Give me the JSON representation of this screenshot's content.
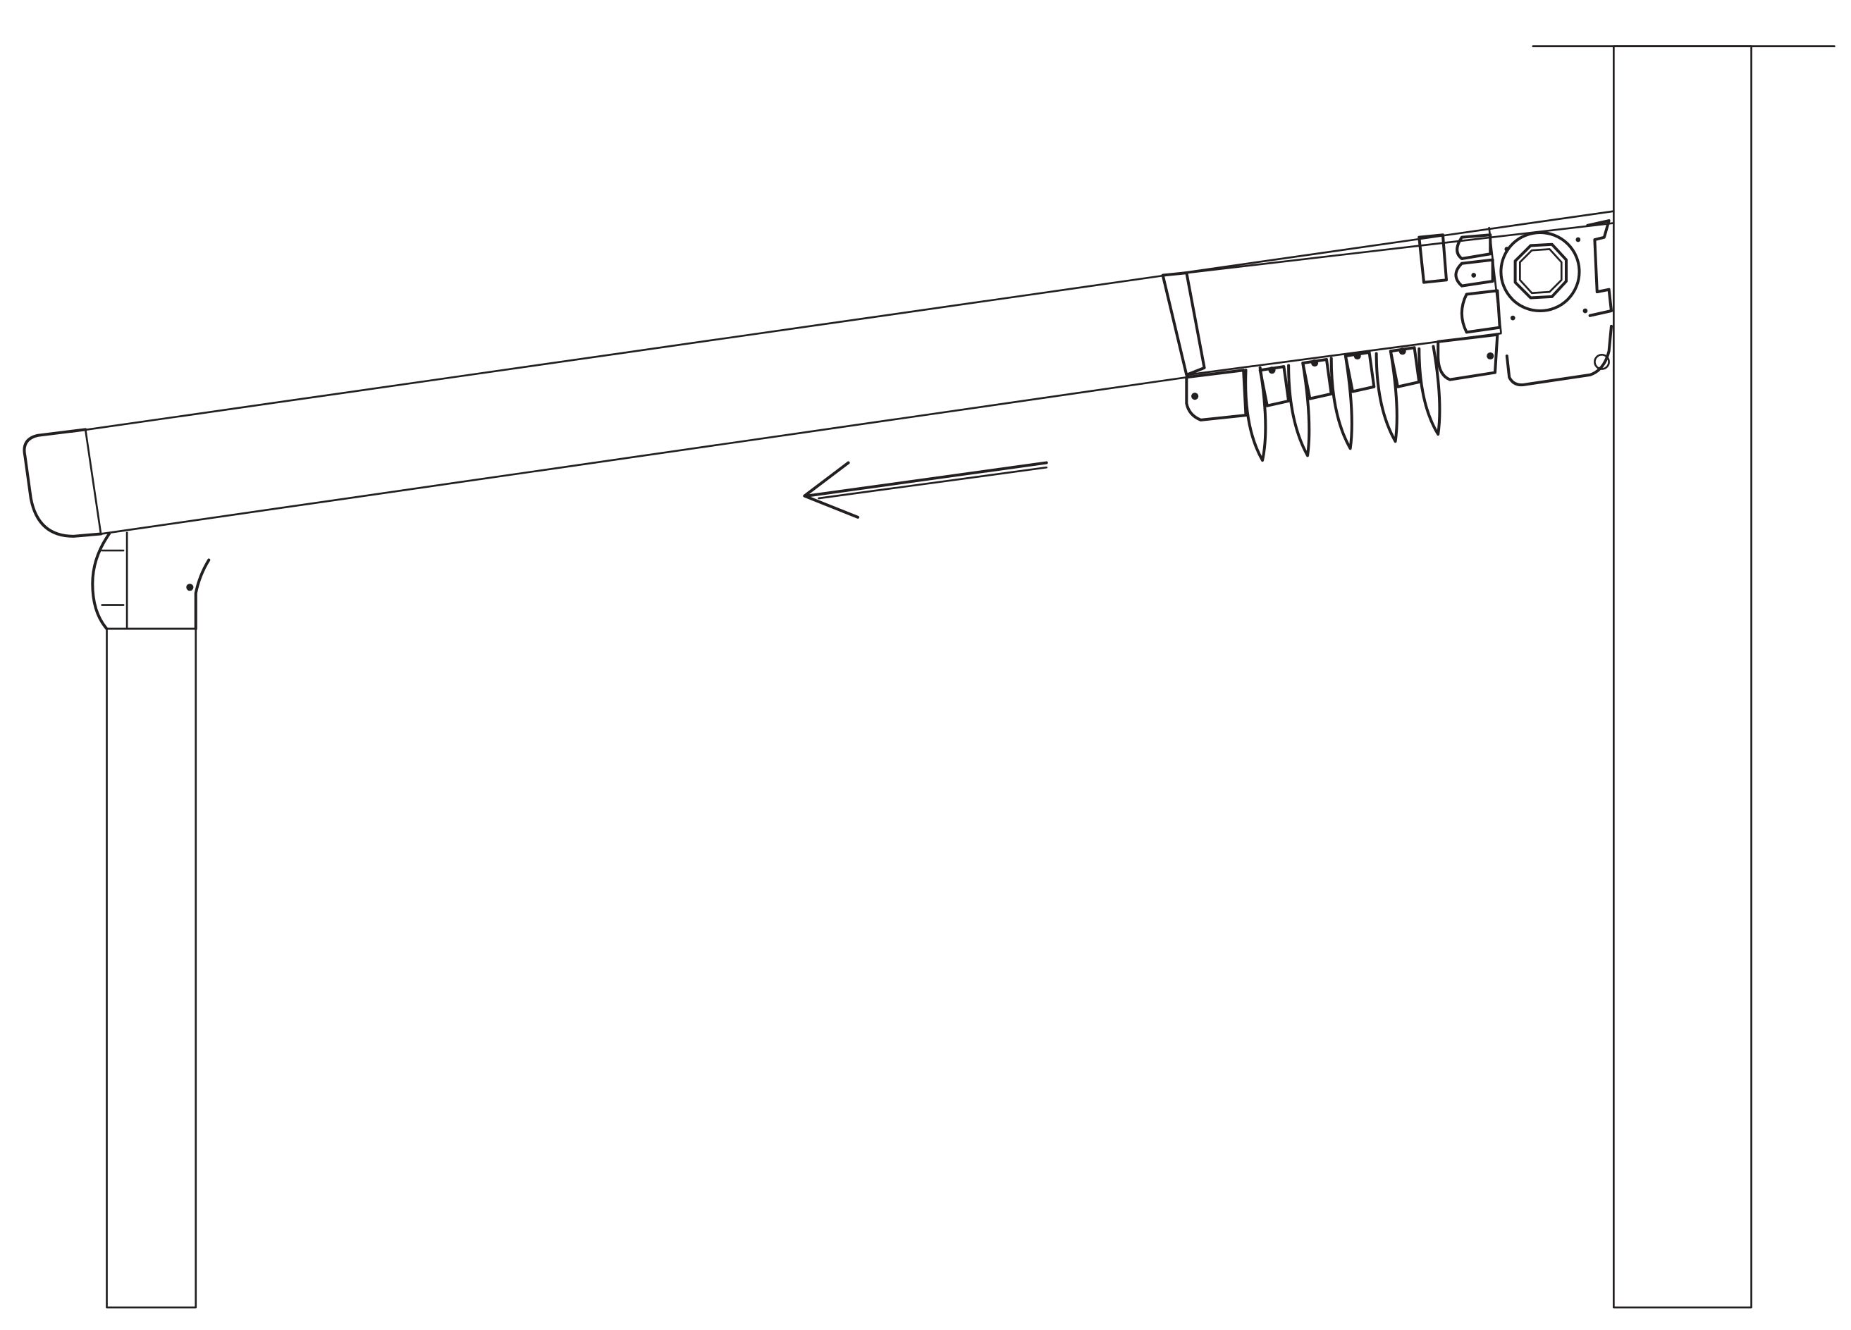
{
  "diagram": {
    "line_color": "#231f20",
    "background": "#ffffff",
    "components": [
      "left-post",
      "right-post",
      "roof-beam",
      "motor-housing",
      "end-cap",
      "direction-arrow",
      "wall-line"
    ],
    "arrow_direction": "left"
  }
}
